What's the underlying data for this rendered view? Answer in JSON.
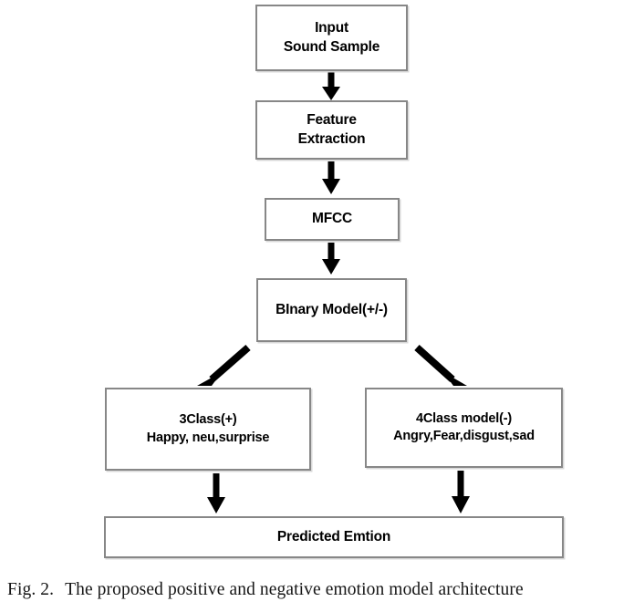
{
  "figure": {
    "caption_label": "Fig. 2.",
    "caption_text": "The proposed positive and negative emotion model architecture"
  },
  "diagram": {
    "type": "flowchart",
    "orientation": "top-to-bottom",
    "colors": {
      "node_border": "#878787",
      "node_fill": "#ffffff",
      "arrow": "#000000",
      "text": "#000000"
    },
    "nodes": [
      {
        "id": "input",
        "lines": [
          "Input",
          "Sound Sample"
        ]
      },
      {
        "id": "feature",
        "lines": [
          "Feature",
          "Extraction"
        ]
      },
      {
        "id": "mfcc",
        "lines": [
          "MFCC"
        ]
      },
      {
        "id": "binary",
        "lines": [
          "BInary Model(+/-)"
        ]
      },
      {
        "id": "three_class",
        "lines": [
          "3Class(+)",
          "Happy, neu,surprise"
        ]
      },
      {
        "id": "four_class",
        "lines": [
          "4Class model(-)",
          "Angry,Fear,disgust,sad"
        ]
      },
      {
        "id": "predicted",
        "lines": [
          "Predicted Emtion"
        ]
      }
    ],
    "edges": [
      {
        "from": "input",
        "to": "feature",
        "style": "vertical-arrow"
      },
      {
        "from": "feature",
        "to": "mfcc",
        "style": "vertical-arrow"
      },
      {
        "from": "mfcc",
        "to": "binary",
        "style": "vertical-arrow"
      },
      {
        "from": "binary",
        "to": "three_class",
        "style": "diagonal-arrow-left"
      },
      {
        "from": "binary",
        "to": "four_class",
        "style": "diagonal-arrow-right"
      },
      {
        "from": "three_class",
        "to": "predicted",
        "style": "vertical-arrow"
      },
      {
        "from": "four_class",
        "to": "predicted",
        "style": "vertical-arrow"
      }
    ]
  }
}
